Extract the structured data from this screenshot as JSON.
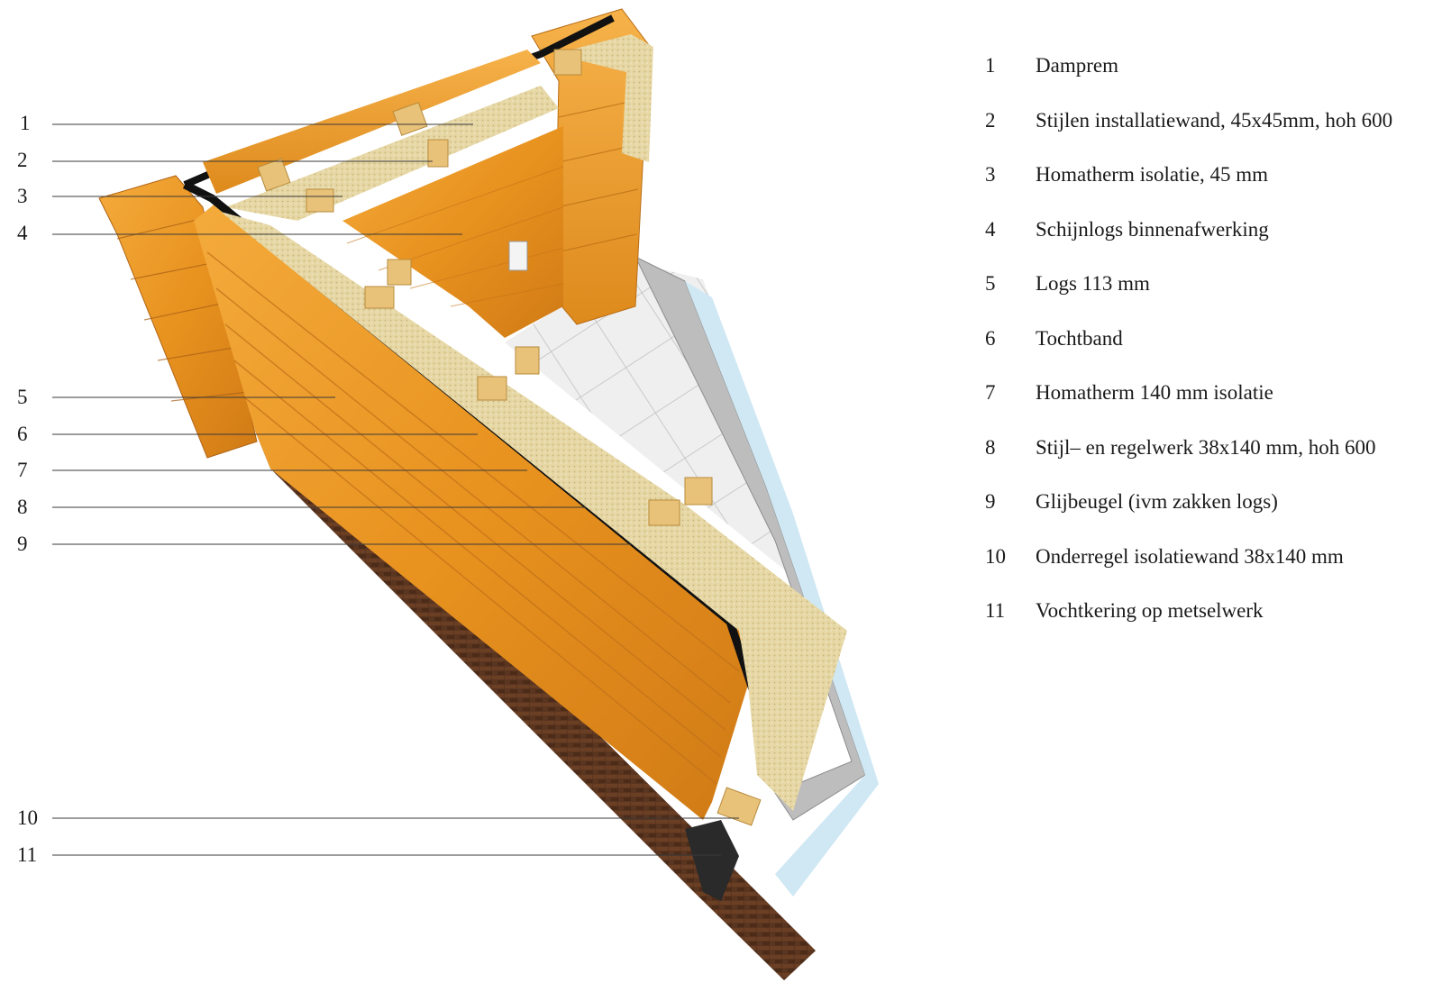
{
  "colors": {
    "wood": "#e8921f",
    "wood_dark": "#c9701a",
    "wood_light": "#f6b24a",
    "insulation": "#e6d7a4",
    "membrane": "#111111",
    "brick": "#5a3520",
    "concrete": "#b9b9b9",
    "foam": "#cfe8f4",
    "floor_tile": "#eeeeee",
    "leader_line": "#3a3a3a"
  },
  "callouts": [
    {
      "num": "1"
    },
    {
      "num": "2"
    },
    {
      "num": "3"
    },
    {
      "num": "4"
    },
    {
      "num": "5"
    },
    {
      "num": "6"
    },
    {
      "num": "7"
    },
    {
      "num": "8"
    },
    {
      "num": "9"
    },
    {
      "num": "10"
    },
    {
      "num": "11"
    }
  ],
  "legend": [
    {
      "num": "1",
      "text": "Damprem"
    },
    {
      "num": "2",
      "text": "Stijlen installatiewand, 45x45mm, hoh 600"
    },
    {
      "num": "3",
      "text": "Homatherm isolatie, 45 mm"
    },
    {
      "num": "4",
      "text": "Schijnlogs binnenafwerking"
    },
    {
      "num": "5",
      "text": "Logs 113 mm"
    },
    {
      "num": "6",
      "text": "Tochtband"
    },
    {
      "num": "7",
      "text": "Homatherm 140 mm isolatie"
    },
    {
      "num": "8",
      "text": "Stijl– en regelwerk 38x140 mm, hoh 600"
    },
    {
      "num": "9",
      "text": "Glijbeugel (ivm zakken logs)"
    },
    {
      "num": "10",
      "text": "Onderregel isolatiewand 38x140 mm"
    },
    {
      "num": "11",
      "text": "Vochtkering op metselwerk"
    }
  ]
}
